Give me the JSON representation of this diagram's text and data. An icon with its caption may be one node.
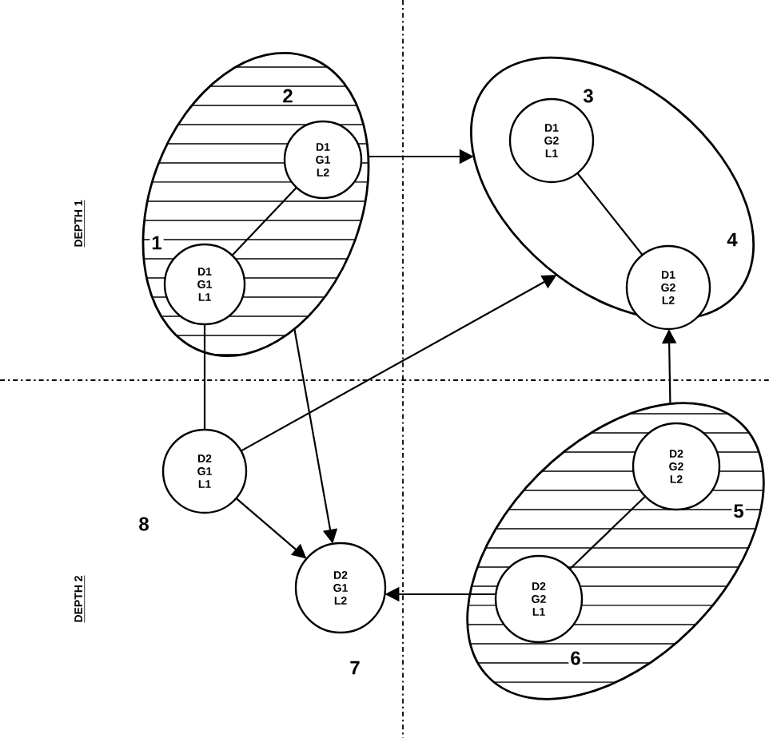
{
  "diagram": {
    "nodes": [
      {
        "text": [],
        "shape": "ellipse"
      },
      {
        "text": [
          "D1 G1 L2"
        ],
        "in": 0
      },
      {
        "text": [
          "D1 G1 L1"
        ],
        "in": 0
      },
      {
        "text": [],
        "shape": "ellipse"
      },
      {
        "text": [
          "D1 G2 L1"
        ],
        "in": 3
      },
      {
        "text": [
          "D1 G2 L2"
        ],
        "in": 3
      },
      {
        "text": [],
        "shape": "ellipse"
      },
      {
        "text": [
          "D2 G2 L2"
        ],
        "in": 6
      },
      {
        "text": [
          "D2 G2 L1"
        ],
        "in": 6
      },
      {
        "text": [
          "D2 G1 L1"
        ]
      },
      {
        "text": [
          "D2 G1 L2"
        ]
      }
    ],
    "edges": [
      {
        "from": 1,
        "to": 2,
        "arrow": "none"
      },
      {
        "from": 4,
        "to": 5,
        "arrow": "none"
      },
      {
        "from": 7,
        "to": 8,
        "arrow": "none"
      },
      {
        "from": 0,
        "to": 3,
        "arrow": "to"
      },
      {
        "from": 2,
        "to": 9,
        "arrow": "none"
      },
      {
        "from": 0,
        "to": 10,
        "arrow": "to"
      },
      {
        "from": 9,
        "to": 3,
        "arrow": "to"
      },
      {
        "from": 9,
        "to": 10,
        "arrow": "to"
      },
      {
        "from": 6,
        "to": 5,
        "arrow": "to"
      },
      {
        "from": 8,
        "to": 10,
        "arrow": "to"
      }
    ],
    "labels": [
      "2",
      "3",
      "DEPTH 1",
      "1",
      "4",
      "8",
      "5",
      "DEPTH 2",
      "6",
      "7"
    ]
  }
}
